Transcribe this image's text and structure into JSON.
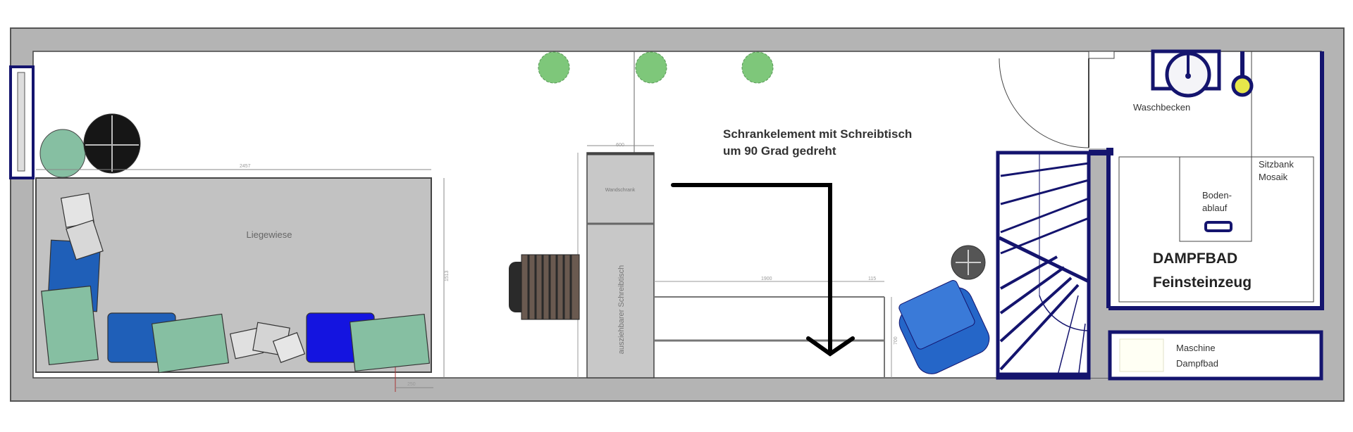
{
  "plan": {
    "note_line1": "Schrankelement mit Schreibtisch",
    "note_line2": "um 90 Grad gedreht",
    "lounge_label": "Liegewiese",
    "cabinet_label": "Wandschrank",
    "desk_label": "ausziehbarer Schreibtisch",
    "sink_label": "Waschbecken",
    "bench_label_1": "Sitzbank",
    "bench_label_2": "Mosaik",
    "drain_label_1": "Boden-",
    "drain_label_2": "ablauf",
    "steam_title": "DAMPFBAD",
    "steam_material": "Feinsteinzeug",
    "machine_label_1": "Maschine",
    "machine_label_2": "Dampfbad"
  },
  "dimensions": {
    "lounge_width": "2457",
    "lounge_depth": "1513",
    "table_length": "1900",
    "table_gap": "115",
    "table_depth": "700",
    "cabinet_width": "600",
    "small_offset": "250"
  },
  "colors": {
    "wall": "#b4b4b4",
    "navy": "#14146e",
    "pillow_blue": "#1f5fb8",
    "pillow_bright_blue": "#1414e0",
    "pillow_green": "#86bfa2",
    "plant": "#7ec77a",
    "tap_yellow": "#e6e64a"
  }
}
